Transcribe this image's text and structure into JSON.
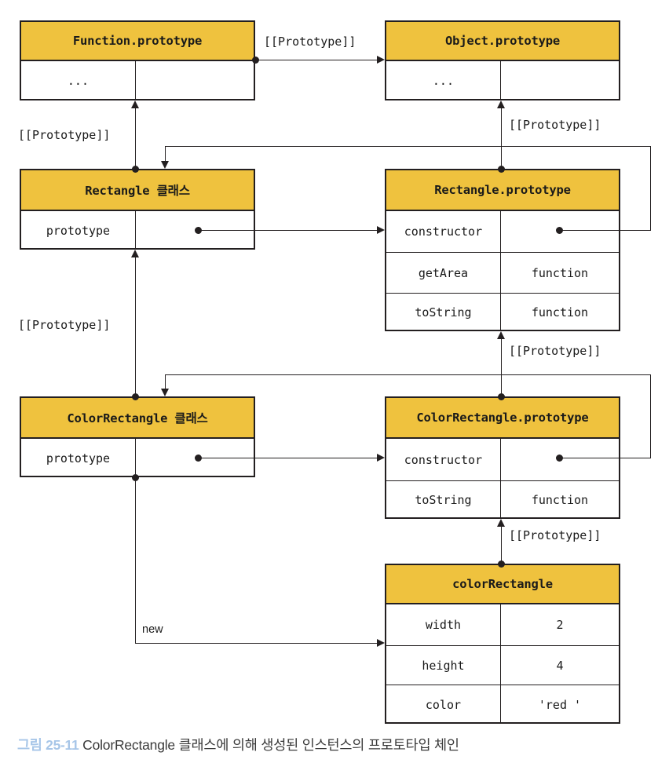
{
  "diagram": {
    "title_caption": {
      "figure_number": "그림 25-11",
      "text": "ColorRectangle 클래스에 의해 생성된 인스턴스의 프로토타입 체인"
    },
    "colors": {
      "header_fill": "#efc23e",
      "border": "#231f20",
      "caption_accent": "#a7c6e8",
      "caption_text": "#3a3a3a",
      "background": "#ffffff"
    },
    "boxes": [
      {
        "id": "function-prototype",
        "title": "Function.prototype",
        "rows": [
          {
            "key": "...",
            "value": ""
          }
        ]
      },
      {
        "id": "object-prototype",
        "title": "Object.prototype",
        "rows": [
          {
            "key": "...",
            "value": ""
          }
        ]
      },
      {
        "id": "rectangle-class",
        "title": "Rectangle 클래스",
        "rows": [
          {
            "key": "prototype",
            "value": ""
          }
        ]
      },
      {
        "id": "rectangle-prototype",
        "title": "Rectangle.prototype",
        "rows": [
          {
            "key": "constructor",
            "value": ""
          },
          {
            "key": "getArea",
            "value": "function"
          },
          {
            "key": "toString",
            "value": "function"
          }
        ]
      },
      {
        "id": "colorrectangle-class",
        "title": "ColorRectangle 클래스",
        "rows": [
          {
            "key": "prototype",
            "value": ""
          }
        ]
      },
      {
        "id": "colorrectangle-prototype",
        "title": "ColorRectangle.prototype",
        "rows": [
          {
            "key": "constructor",
            "value": ""
          },
          {
            "key": "toString",
            "value": "function"
          }
        ]
      },
      {
        "id": "colorrectangle-instance",
        "title": "colorRectangle",
        "rows": [
          {
            "key": "width",
            "value": "2"
          },
          {
            "key": "height",
            "value": "4"
          },
          {
            "key": "color",
            "value": "'red '"
          }
        ]
      }
    ],
    "edge_labels": {
      "proto_top": "[[Prototype]]",
      "proto_object_right": "[[Prototype]]",
      "proto_function_left": "[[Prototype]]",
      "proto_rectangle_left": "[[Prototype]]",
      "proto_rectangle_proto": "[[Prototype]]",
      "proto_colorrectangle_proto": "[[Prototype]]",
      "new_label": "new"
    }
  }
}
